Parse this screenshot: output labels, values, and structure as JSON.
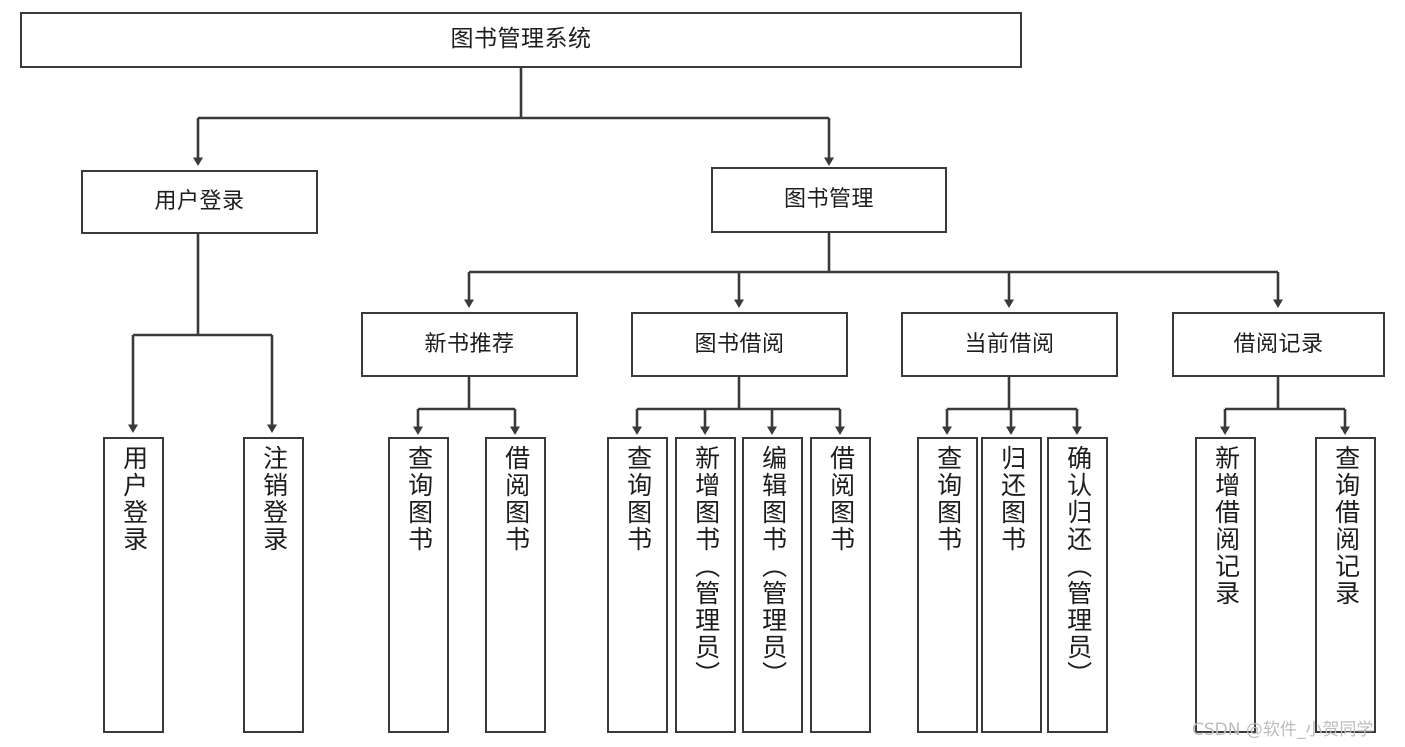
{
  "diagram": {
    "title": "图书管理系统",
    "style": {
      "background": "#ffffff",
      "box_border": "#3a3a3a",
      "box_fill": "#ffffff",
      "line_color": "#3a3a3a",
      "text_color": "#1d1d1d",
      "watermark_color": "#bcbcbc"
    }
  },
  "nodes": {
    "root": {
      "label": "图书管理系统"
    },
    "level1": [
      {
        "id": "user-login",
        "label": "用户登录"
      },
      {
        "id": "book-manage",
        "label": "图书管理"
      }
    ],
    "level2": [
      {
        "id": "new-book-recommend",
        "label": "新书推荐"
      },
      {
        "id": "book-borrow",
        "label": "图书借阅"
      },
      {
        "id": "current-borrow",
        "label": "当前借阅"
      },
      {
        "id": "borrow-record",
        "label": "借阅记录"
      }
    ],
    "leaves": {
      "user_login": [
        {
          "id": "leaf-user-login",
          "label": "用户登录"
        },
        {
          "id": "leaf-logout-login",
          "label": "注销登录"
        }
      ],
      "new_book_recommend": [
        {
          "id": "leaf-query-book-1",
          "label": "查询图书"
        },
        {
          "id": "leaf-borrow-book-1",
          "label": "借阅图书"
        }
      ],
      "book_borrow": [
        {
          "id": "leaf-query-book-2",
          "label": "查询图书"
        },
        {
          "id": "leaf-add-book",
          "label": "新增图书（管理员）"
        },
        {
          "id": "leaf-edit-book",
          "label": "编辑图书（管理员）"
        },
        {
          "id": "leaf-borrow-book-2",
          "label": "借阅图书"
        }
      ],
      "current_borrow": [
        {
          "id": "leaf-query-book-3",
          "label": "查询图书"
        },
        {
          "id": "leaf-return-book",
          "label": "归还图书"
        },
        {
          "id": "leaf-confirm-return",
          "label": "确认归还（管理员）"
        }
      ],
      "borrow_record": [
        {
          "id": "leaf-add-borrow-record",
          "label": "新增借阅记录"
        },
        {
          "id": "leaf-query-borrow-record",
          "label": "查询借阅记录"
        }
      ]
    }
  },
  "watermark": {
    "text": "CSDN @软件_小贺同学"
  }
}
